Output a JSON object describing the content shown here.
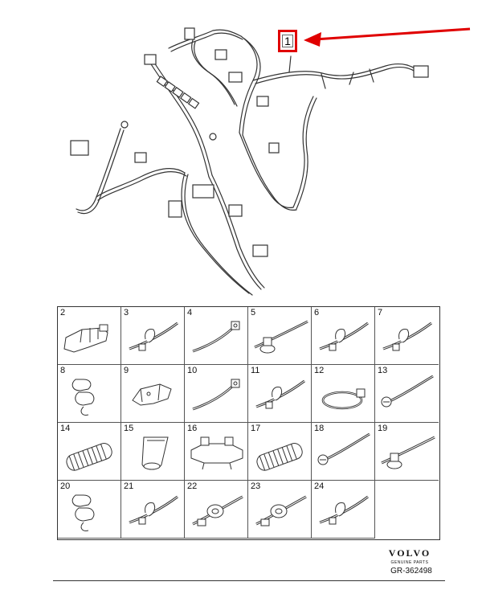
{
  "callout": {
    "label": "1",
    "color": "#e00000"
  },
  "parts": [
    {
      "num": "2",
      "icon": "connector-housing-icon"
    },
    {
      "num": "3",
      "icon": "cable-tie-clip-icon"
    },
    {
      "num": "4",
      "icon": "cable-tie-icon"
    },
    {
      "num": "5",
      "icon": "cable-tie-mount-icon"
    },
    {
      "num": "6",
      "icon": "cable-tie-clip-icon"
    },
    {
      "num": "7",
      "icon": "cable-tie-clip-icon"
    },
    {
      "num": "8",
      "icon": "double-clip-icon"
    },
    {
      "num": "9",
      "icon": "bracket-icon"
    },
    {
      "num": "10",
      "icon": "cable-tie-icon"
    },
    {
      "num": "11",
      "icon": "cable-tie-clip-icon"
    },
    {
      "num": "12",
      "icon": "loop-tie-icon"
    },
    {
      "num": "13",
      "icon": "cable-tie-anchor-icon"
    },
    {
      "num": "14",
      "icon": "corrugated-hose-icon"
    },
    {
      "num": "15",
      "icon": "rubber-boot-icon"
    },
    {
      "num": "16",
      "icon": "harness-bracket-icon"
    },
    {
      "num": "17",
      "icon": "corrugated-hose-icon"
    },
    {
      "num": "18",
      "icon": "cable-tie-anchor-icon"
    },
    {
      "num": "19",
      "icon": "cable-tie-mount-icon"
    },
    {
      "num": "20",
      "icon": "double-clip-icon"
    },
    {
      "num": "21",
      "icon": "cable-tie-clip-icon"
    },
    {
      "num": "22",
      "icon": "cable-tie-grommet-icon"
    },
    {
      "num": "23",
      "icon": "cable-tie-grommet-icon"
    },
    {
      "num": "24",
      "icon": "cable-tie-clip-icon"
    }
  ],
  "logo": {
    "brand": "VOLVO",
    "sub": "GENUINE PARTS"
  },
  "reference": "GR-362498"
}
